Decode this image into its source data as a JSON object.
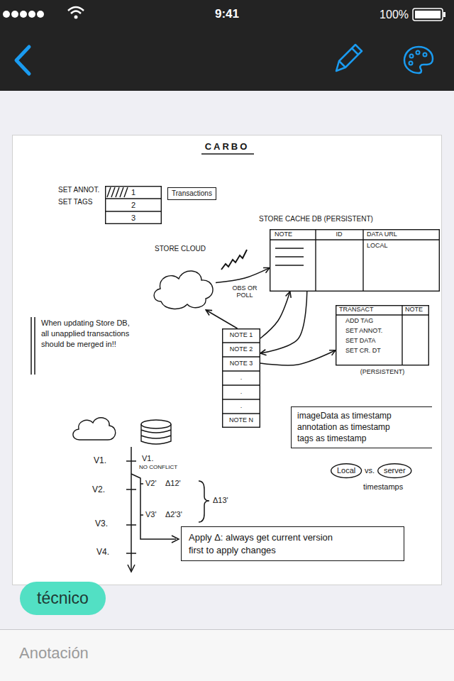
{
  "diagram": {
    "title": "CARBO",
    "nodes": [
      {
        "text": [
          "1",
          "2",
          "3"
        ]
      },
      {
        "text": [
          "Transactions"
        ]
      },
      {
        "text": [
          "STORE CACHE DB (PERSISTENT)",
          "NOTE",
          "ID",
          "DATA URL",
          "LOCAL"
        ]
      },
      {
        "text": [
          "STORE CLOUD"
        ]
      },
      {
        "text": [
          "NOTE 1",
          "NOTE 2",
          "NOTE 3",
          ".",
          ".",
          ".",
          "NOTE N"
        ]
      },
      {
        "text": [
          "TRANSACT",
          "NOTE",
          "ADD TAG",
          "SET ANNOT.",
          "SET DATA",
          "SET CR. DT",
          "(PERSISTENT)"
        ]
      },
      {
        "text": [
          "imageData as timestamp annotation as timestamp tags as timestamp"
        ]
      },
      {
        "text": [
          "Local"
        ]
      },
      {
        "text": [
          "server"
        ]
      },
      {
        "text": [
          "Apply Δ: always get current version first to apply changes"
        ]
      },
      {
        "text": [
          "técnico"
        ]
      }
    ],
    "edges": [
      {
        "from": 3,
        "to": 2,
        "arrow": "to",
        "label": "OBS OR POLL"
      },
      {
        "from": 4,
        "to": 3,
        "arrow": "to"
      },
      {
        "from": 4,
        "to": 2,
        "arrow": "to"
      },
      {
        "from": 2,
        "to": 4,
        "arrow": "to"
      },
      {
        "from": 4,
        "to": 5,
        "arrow": "to"
      }
    ],
    "labels": [
      "9:41",
      "100%",
      "SET ANNOT.",
      "SET TAGS",
      "When updating Store DB, all unapplied transactions should be merged in!!",
      "vs.",
      "timestamps",
      "V1.",
      "V2.",
      "V3.",
      "V4.",
      "V1.",
      "NO CONFLICT",
      "V2'",
      "Δ12'",
      "V3'",
      "Δ2'3'",
      "Δ13'",
      "Anotación"
    ]
  }
}
